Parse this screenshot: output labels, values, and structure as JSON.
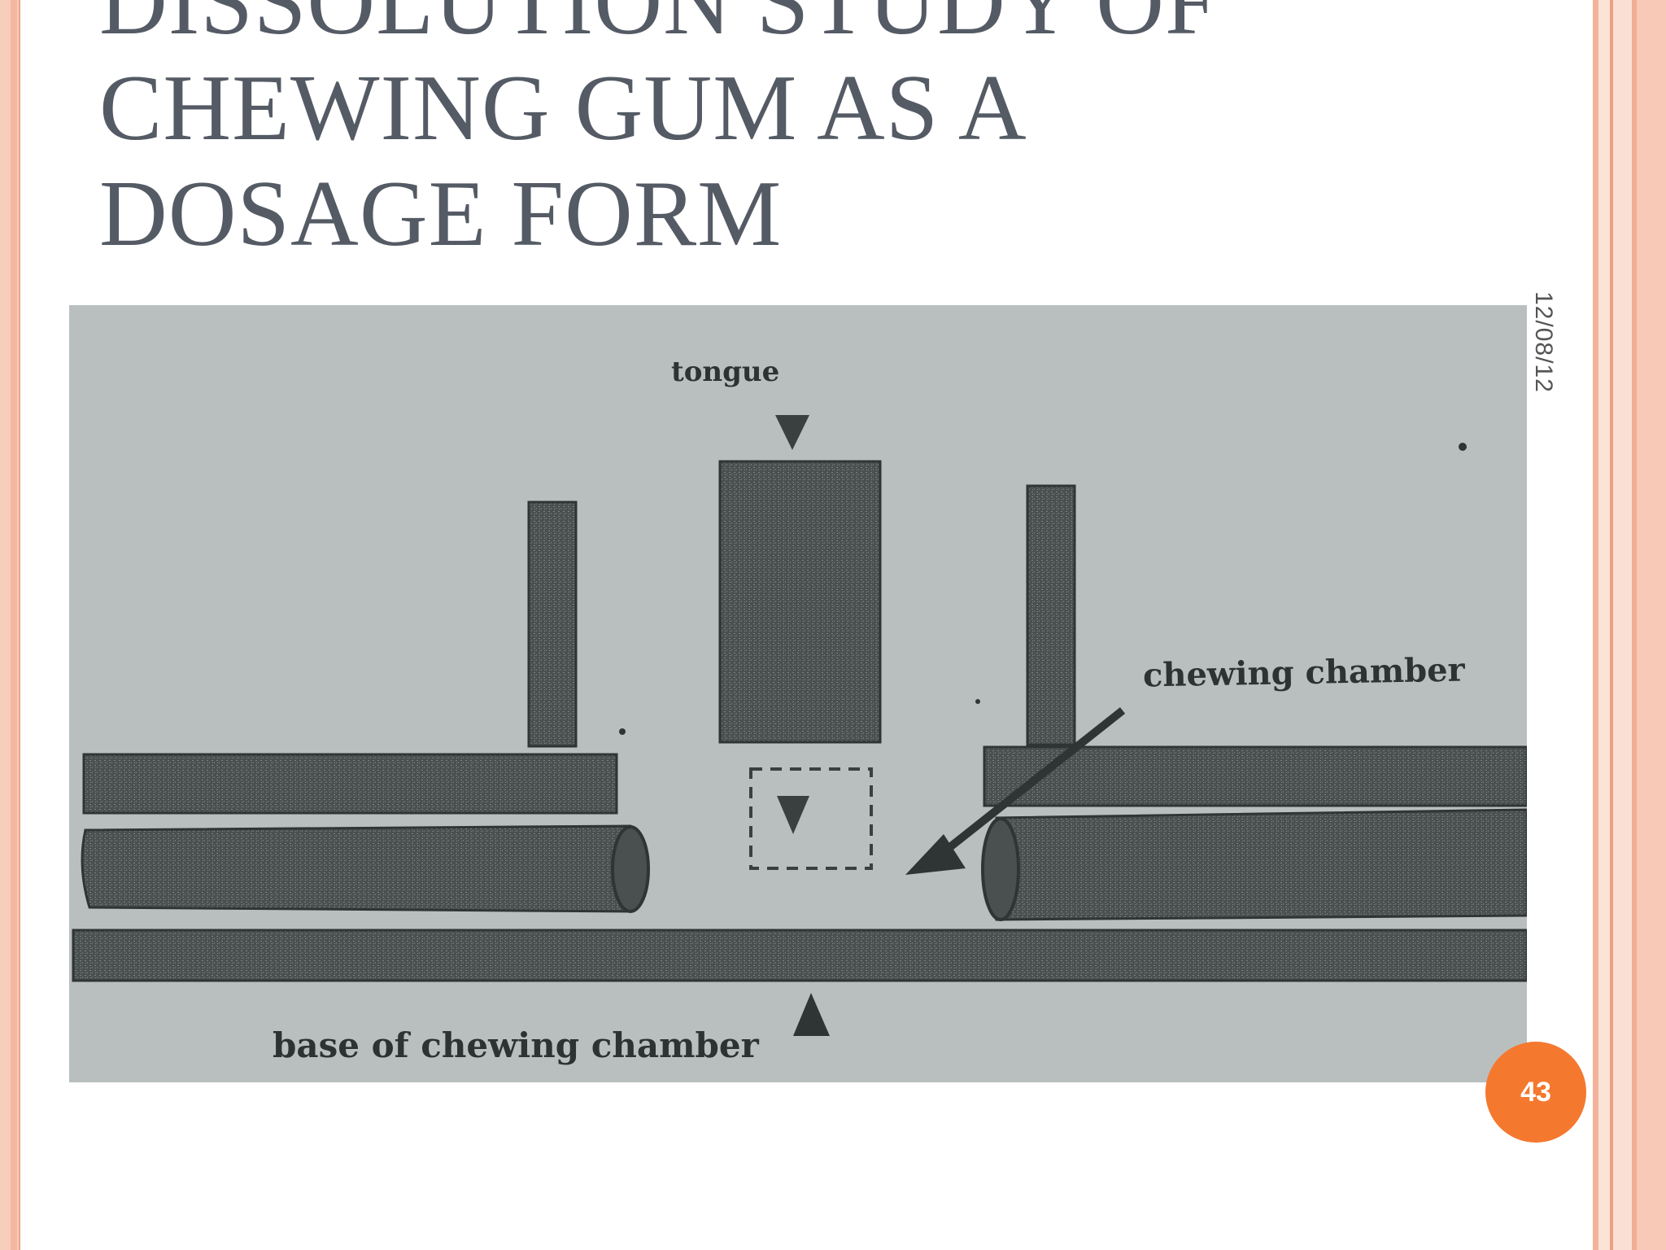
{
  "slide": {
    "title_lines": [
      "DISSOLUTION STUDY OF",
      "CHEWING GUM AS A",
      "DOSAGE FORM"
    ],
    "date": "12/08/12",
    "page_number": "43"
  },
  "figure": {
    "labels": {
      "tongue": "tongue",
      "chewing_chamber": "chewing chamber",
      "base": "base of chewing chamber"
    }
  },
  "colors": {
    "accent": "#f5782f",
    "frame": "#f4b8a0",
    "title": "#555b65"
  }
}
